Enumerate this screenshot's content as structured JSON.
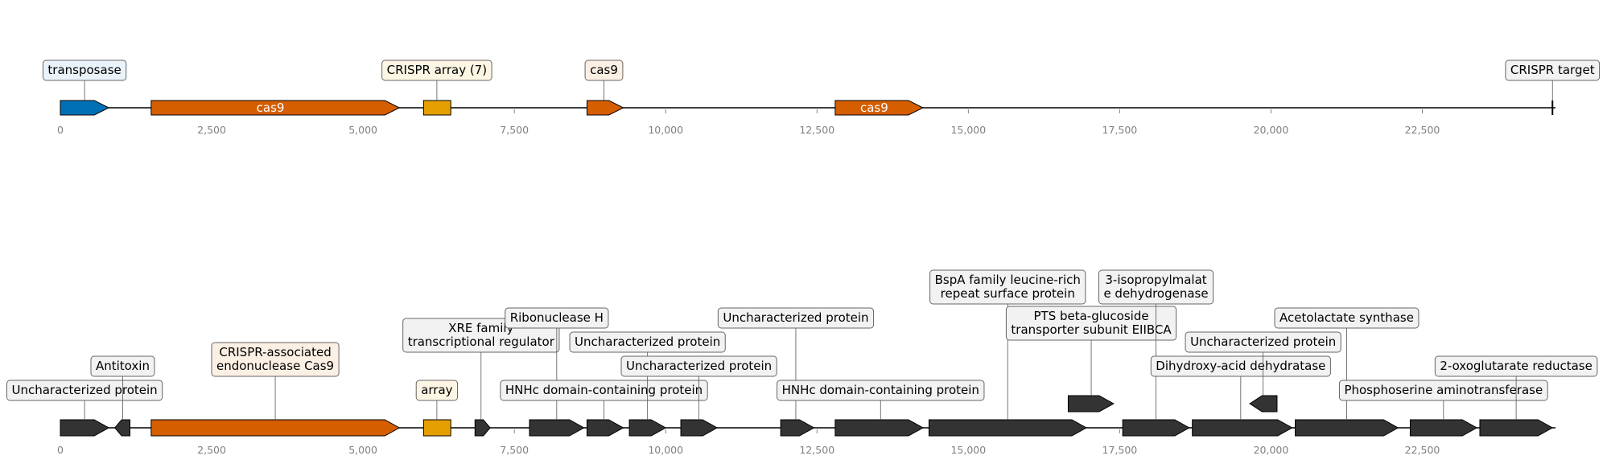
{
  "colors": {
    "transposase": "#0070b5",
    "cas9": "#d55e00",
    "array": "#e69f00",
    "other": "#333333",
    "box_blue": "#eaf2fa",
    "box_cream": "#fdf6e4",
    "box_peach": "#fcefe4",
    "box_gray": "#f2f2f2",
    "box_white": "#ffffff",
    "tick": "#808080"
  },
  "chart_data": {
    "type": "genome_track",
    "xlim": [
      0,
      24700
    ],
    "ticks": [
      "0",
      "2,500",
      "5,000",
      "7,500",
      "10,000",
      "12,500",
      "15,000",
      "17,500",
      "20,000",
      "22,500"
    ],
    "tracks": [
      {
        "name": "top",
        "features": [
          {
            "start": 0,
            "end": 800,
            "strand": 1,
            "kind": "transposase",
            "label": "transposase",
            "label_pos": "above",
            "label_x": 400,
            "tier": 0,
            "box": "box_blue"
          },
          {
            "start": 1500,
            "end": 5600,
            "strand": 1,
            "kind": "cas9",
            "label": "cas9",
            "label_pos": "inside"
          },
          {
            "start": 6000,
            "end": 6450,
            "strand": 0,
            "kind": "array",
            "label": "CRISPR array (7)",
            "label_pos": "above",
            "label_x": 6220,
            "tier": 0,
            "box": "box_cream"
          },
          {
            "start": 8700,
            "end": 9300,
            "strand": 1,
            "kind": "cas9",
            "label": "cas9",
            "label_pos": "above",
            "label_x": 8980,
            "tier": 0,
            "box": "box_peach"
          },
          {
            "start": 12800,
            "end": 14250,
            "strand": 1,
            "kind": "cas9",
            "label": "cas9",
            "label_pos": "inside"
          },
          {
            "start": 24650,
            "end": 24650,
            "strand": 0,
            "kind": "target",
            "label": "CRISPR target",
            "label_pos": "above",
            "label_x": 24650,
            "tier": 0,
            "box": "box_gray"
          }
        ]
      },
      {
        "name": "bottom",
        "features": [
          {
            "start": 0,
            "end": 800,
            "strand": 1,
            "kind": "other",
            "label": "Uncharacterized protein",
            "label_x": 400,
            "tier": 0,
            "box": "box_gray"
          },
          {
            "start": 900,
            "end": 1150,
            "strand": -1,
            "kind": "other",
            "label": "Antitoxin",
            "label_x": 1030,
            "tier": 1,
            "box": "box_gray"
          },
          {
            "start": 1500,
            "end": 5600,
            "strand": 1,
            "kind": "cas9",
            "label": "CRISPR-associated\nendonuclease Cas9",
            "label_x": 3550,
            "tier": 1,
            "box": "box_peach"
          },
          {
            "start": 6000,
            "end": 6450,
            "strand": 0,
            "kind": "array",
            "label": "array",
            "label_x": 6220,
            "tier": 0,
            "box": "box_cream"
          },
          {
            "start": 6850,
            "end": 7100,
            "strand": 1,
            "kind": "other",
            "label": "XRE family\ntranscriptional regulator",
            "label_x": 6950,
            "tier": 2,
            "box": "box_gray"
          },
          {
            "start": 7750,
            "end": 8650,
            "strand": 1,
            "kind": "other",
            "label": "Ribonuclease H",
            "label_x": 8200,
            "tier": 3,
            "box": "box_gray"
          },
          {
            "start": 8700,
            "end": 9300,
            "strand": 1,
            "kind": "other",
            "label": "HNHc domain-containing protein",
            "label_x": 8980,
            "tier": 0,
            "box": "box_gray"
          },
          {
            "start": 9400,
            "end": 10000,
            "strand": 1,
            "kind": "other",
            "label": "Uncharacterized protein",
            "label_x": 9700,
            "tier": 2,
            "box": "box_gray"
          },
          {
            "start": 10250,
            "end": 10850,
            "strand": 1,
            "kind": "other",
            "label": "Uncharacterized protein",
            "label_x": 10550,
            "tier": 1,
            "box": "box_gray"
          },
          {
            "start": 11900,
            "end": 12450,
            "strand": 1,
            "kind": "other",
            "label": "Uncharacterized protein",
            "label_x": 12150,
            "tier": 3,
            "box": "box_gray"
          },
          {
            "start": 12800,
            "end": 14250,
            "strand": 1,
            "kind": "other",
            "label": "HNHc domain-containing protein",
            "label_x": 13550,
            "tier": 0,
            "box": "box_gray"
          },
          {
            "start": 14350,
            "end": 16950,
            "strand": 1,
            "kind": "other",
            "label": "BspA family leucine-rich\nrepeat surface protein",
            "label_x": 15650,
            "tier": 4,
            "box": "box_gray"
          },
          {
            "start": 16650,
            "end": 17400,
            "strand": 1,
            "kind": "other",
            "label": "PTS beta-glucoside\ntransporter subunit EIIBCA",
            "label_x": 17030,
            "tier": 2.5,
            "box": "box_gray",
            "level": 1
          },
          {
            "start": 17550,
            "end": 18650,
            "strand": 1,
            "kind": "other",
            "label": "3-isopropylmalat\ne dehydrogenase",
            "label_x": 18100,
            "tier": 4,
            "box": "box_gray"
          },
          {
            "start": 18700,
            "end": 20350,
            "strand": 1,
            "kind": "other",
            "label": "Dihydroxy-acid dehydratase",
            "label_x": 19500,
            "tier": 1,
            "box": "box_gray"
          },
          {
            "start": 19650,
            "end": 20100,
            "strand": -1,
            "kind": "other",
            "label": "Uncharacterized protein",
            "label_x": 19870,
            "tier": 2,
            "box": "box_gray",
            "level": 1
          },
          {
            "start": 20400,
            "end": 22100,
            "strand": 1,
            "kind": "other",
            "label": "Acetolactate synthase",
            "label_x": 21250,
            "tier": 3,
            "box": "box_gray"
          },
          {
            "start": 22300,
            "end": 23400,
            "strand": 1,
            "kind": "other",
            "label": "Phosphoserine aminotransferase",
            "label_x": 22850,
            "tier": 0,
            "box": "box_gray"
          },
          {
            "start": 23450,
            "end": 24650,
            "strand": 1,
            "kind": "other",
            "label": "2-oxoglutarate reductase",
            "label_x": 24050,
            "tier": 1,
            "box": "box_gray"
          }
        ]
      }
    ]
  }
}
